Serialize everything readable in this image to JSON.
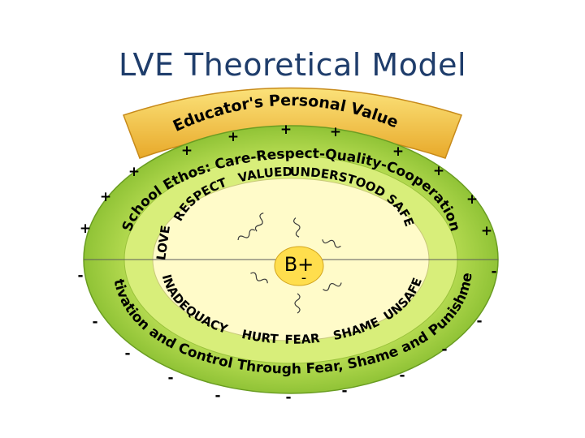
{
  "title": "LVE Theoretical Model",
  "banner": {
    "text": "Educator's Personal Values"
  },
  "outer_ring": {
    "top_text": "School Ethos: Care-Respect-Quality-Cooperation",
    "bottom_text": "Motivation and Control Through Fear, Shame and Punishment"
  },
  "inner_ring": {
    "top_words": [
      "RESPECT",
      "VALUED",
      "UNDERSTOOD",
      "SAFE"
    ],
    "left_top_word": "LOVE",
    "bottom_words": [
      "INADEQUACY",
      "HURT",
      "FEAR",
      "SHAME",
      "UNSAFE"
    ]
  },
  "center": {
    "label": "B+",
    "sub_label": "-"
  },
  "signs": {
    "positive": "+",
    "negative": "-"
  },
  "colors": {
    "title": "#1f3d6b",
    "banner_fill": "#f5c43a",
    "outer_ring": "#9acd32",
    "middle_ring": "#d8ee7a",
    "inner_field": "#fffbc9",
    "center_fill": "#ffde4d"
  }
}
